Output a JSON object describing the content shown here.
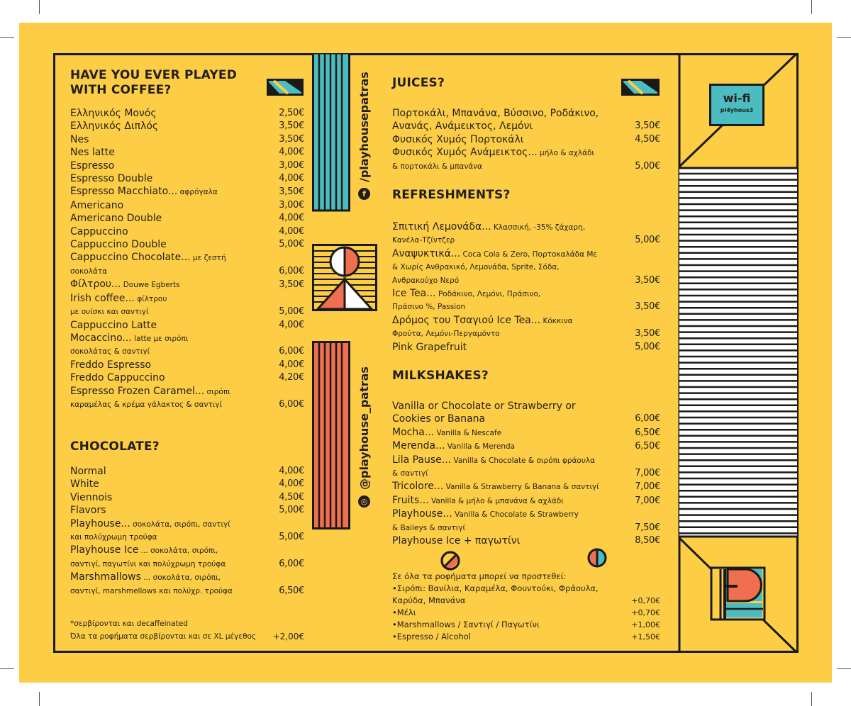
{
  "coffee": {
    "title_l1": "HAVE YOU EVER PLAYED",
    "title_l2": "WITH COFFEE?",
    "items": [
      {
        "name": "Ελληνικός Μονός",
        "desc": "",
        "cont": "",
        "price": "2,50€"
      },
      {
        "name": "Ελληνικός Διπλός",
        "desc": "",
        "cont": "",
        "price": "3,50€"
      },
      {
        "name": "Nes",
        "desc": "",
        "cont": "",
        "price": "3,50€"
      },
      {
        "name": "Nes latte",
        "desc": "",
        "cont": "",
        "price": "4,00€"
      },
      {
        "name": "Espresso",
        "desc": "",
        "cont": "",
        "price": "3,00€"
      },
      {
        "name": "Espresso Double",
        "desc": "",
        "cont": "",
        "price": "4,00€"
      },
      {
        "name": "Espresso Macchiato...",
        "desc": " αφρόγαλα",
        "cont": "",
        "price": "3,50€"
      },
      {
        "name": "Americano",
        "desc": "",
        "cont": "",
        "price": "3,00€"
      },
      {
        "name": "Americano Double",
        "desc": "",
        "cont": "",
        "price": "4,00€"
      },
      {
        "name": "Cappuccino",
        "desc": "",
        "cont": "",
        "price": "4,00€"
      },
      {
        "name": "Cappuccino Double",
        "desc": "",
        "cont": "",
        "price": "5,00€"
      },
      {
        "name": "Cappuccino Chocolate...",
        "desc": " με ζεστή",
        "cont": "σοκολάτα",
        "price": "6,00€"
      },
      {
        "name": "Φίλτρου...",
        "desc": " Douwe Egberts",
        "cont": "",
        "price": "3,50€"
      },
      {
        "name": "Irish coffee...",
        "desc": " φίλτρου",
        "cont": "με ουίσκι και σαντιγί",
        "price": "5,00€"
      },
      {
        "name": "Cappuccino Latte",
        "desc": "",
        "cont": "",
        "price": "4,00€"
      },
      {
        "name": "Mocaccino...",
        "desc": " latte με σιρόπι",
        "cont": "σοκολάτας & σαντιγί",
        "price": "6,00€"
      },
      {
        "name": "Freddo Espresso",
        "desc": "",
        "cont": "",
        "price": "4,00€"
      },
      {
        "name": "Freddo Cappuccino",
        "desc": "",
        "cont": "",
        "price": "4,20€"
      },
      {
        "name": "Espresso Frozen Caramel...",
        "desc": " σιρόπι",
        "cont": "καραμέλας & κρέμα γάλακτος & σαντιγί",
        "price": "6,00€"
      }
    ]
  },
  "chocolate": {
    "title": "CHOCOLATE?",
    "items": [
      {
        "name": "Normal",
        "desc": "",
        "cont": "",
        "price": "4,00€"
      },
      {
        "name": "White",
        "desc": "",
        "cont": "",
        "price": "4,00€"
      },
      {
        "name": "Viennois",
        "desc": "",
        "cont": "",
        "price": "4,50€"
      },
      {
        "name": "Flavors",
        "desc": "",
        "cont": "",
        "price": "5,00€"
      },
      {
        "name": "Playhouse...",
        "desc": " σοκολάτα, σιρόπι, σαντιγί",
        "cont": "και πολύχρωμη τρούφα",
        "price": "5,00€"
      },
      {
        "name": "Playhouse Ice",
        "desc": " ... σοκολάτα, σιρόπι,",
        "cont": "σαντιγί, παγωτίνι και πολύχρωμη τρούφα",
        "price": "6,00€"
      },
      {
        "name": "Marshmallows",
        "desc": " ... σοκολάτα, σιρόπι,",
        "cont": "σαντιγί, marshmellows και πολύχρ. τρούφα",
        "price": "6,50€"
      }
    ],
    "note1": "*σερβίρονται και decaffeinated",
    "note2": "Όλα τα ροφήματα σερβίρονται και σε XL μέγεθος",
    "note2_price": "+2,00€"
  },
  "juices": {
    "title": "JUICES?",
    "items": [
      {
        "name": "Πορτοκάλι, Μπανάνα, Βύσσινο, Ροδάκινο,",
        "desc": "",
        "cont": "",
        "price": ""
      },
      {
        "name": "Ανανάς, Ανάμεικτος, Λεμόνι",
        "desc": "",
        "cont": "",
        "price": "3,50€"
      },
      {
        "name": "Φυσικός Χυμός Πορτοκάλι",
        "desc": "",
        "cont": "",
        "price": "4,50€"
      },
      {
        "name": "Φυσικός Χυμός Ανάμεικτος...",
        "desc": " μήλο & αχλάδι",
        "cont": "& πορτοκάλι & μπανάνα",
        "price": "5,00€"
      }
    ]
  },
  "refreshments": {
    "title": "REFRESHMENTS?",
    "items": [
      {
        "name": "Σπιτική Λεμονάδα...",
        "desc": " Κλασσική, -35% ζάχαρη,",
        "cont": "Κανέλα-Τζίντζερ",
        "price": "5,00€"
      },
      {
        "name": "Αναψυκτικά...",
        "desc": " Coca Cola & Zero, Πορτοκαλάδα Με",
        "cont2": "& Χωρίς Ανθρακικό, Λεμονάδα, Sprite, Σόδα,",
        "cont": "Ανθρακούχο Νερό",
        "price": "3,50€"
      },
      {
        "name": "Ice Tea...",
        "desc": " Ροδάκινο, Λεμόνι, Πράσινο,",
        "cont": "Πράσινο %, Passion",
        "price": "3,50€"
      },
      {
        "name": "Δρόμος του Τσαγιού Ice Tea...",
        "desc": " Κόκκινα",
        "cont": "Φρούτα, Λεμόνι-Περγαμόντο",
        "price": "3,50€"
      },
      {
        "name": "Pink Grapefruit",
        "desc": "",
        "cont": "",
        "price": "5,00€"
      }
    ]
  },
  "milkshakes": {
    "title": "MILKSHAKES?",
    "items": [
      {
        "name": "Vanilla or Chocolate or Strawberry or",
        "desc": "",
        "cont": "",
        "price": ""
      },
      {
        "name": "Cookies or Banana",
        "desc": "",
        "cont": "",
        "price": "6,00€"
      },
      {
        "name": "Mocha...",
        "desc": " Vanilla & Nescafe",
        "cont": "",
        "price": "6,50€"
      },
      {
        "name": "Merenda...",
        "desc": " Vanilla & Merenda",
        "cont": "",
        "price": "6,50€"
      },
      {
        "name": "Lila Pause...",
        "desc": " Vanilla & Chocolate & σιρόπι φράουλα",
        "cont": "& σαντιγί",
        "price": "7,00€"
      },
      {
        "name": "Tricolore...",
        "desc": " Vanilla & Strawberry & Banana & σαντιγί",
        "cont": "",
        "price": "7,00€"
      },
      {
        "name": "Fruits...",
        "desc": " Vanilla & μήλο & μπανάνα & αχλάδι",
        "cont": "",
        "price": "7,00€"
      },
      {
        "name": "Playhouse...",
        "desc": " Vanilla & Chocolate & Strawberry",
        "cont": "& Baileys & σαντιγί",
        "price": "7,50€"
      },
      {
        "name": "Playhouse Ice + παγωτίνι",
        "desc": "",
        "cont": "",
        "price": "8,50€"
      }
    ]
  },
  "extras": {
    "intro": "Σε όλα τα ροφήματα μπορεί να προστεθεί:",
    "syrup_l1": "•Σιρόπι: Βανίλια, Καραμέλα, Φουντούκι, Φράουλα,",
    "items": [
      {
        "label": "Καρύδα, Μπανάνα",
        "price": "+0,70€"
      },
      {
        "label": "•Μέλι",
        "price": "+0,70€"
      },
      {
        "label": "•Marshmallows / Σαντιγί / Παγωτίνι",
        "price": "+1,00€"
      },
      {
        "label": "•Espresso / Alcohol",
        "price": "+1,50€"
      }
    ]
  },
  "social": {
    "facebook": "/playhousepatras",
    "instagram": "@playhouse_patras"
  },
  "wifi": {
    "label": "wi-fi",
    "password": "pl4yhous3"
  },
  "colors": {
    "yellow": "#fccd45",
    "teal": "#4bbcbf",
    "orange": "#ef6f4e",
    "black": "#1a1a1a"
  }
}
